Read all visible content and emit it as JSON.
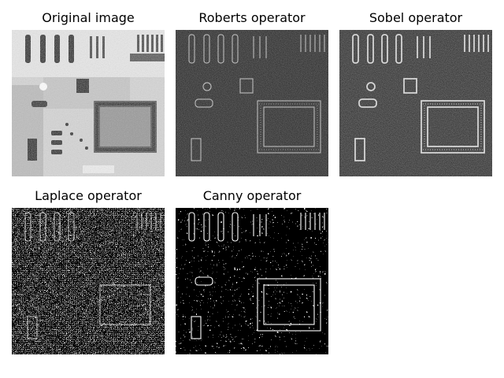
{
  "panels": [
    {
      "title": "Original image"
    },
    {
      "title": "Roberts operator"
    },
    {
      "title": "Sobel operator"
    },
    {
      "title": "Laplace operator"
    },
    {
      "title": "Canny operator"
    }
  ]
}
